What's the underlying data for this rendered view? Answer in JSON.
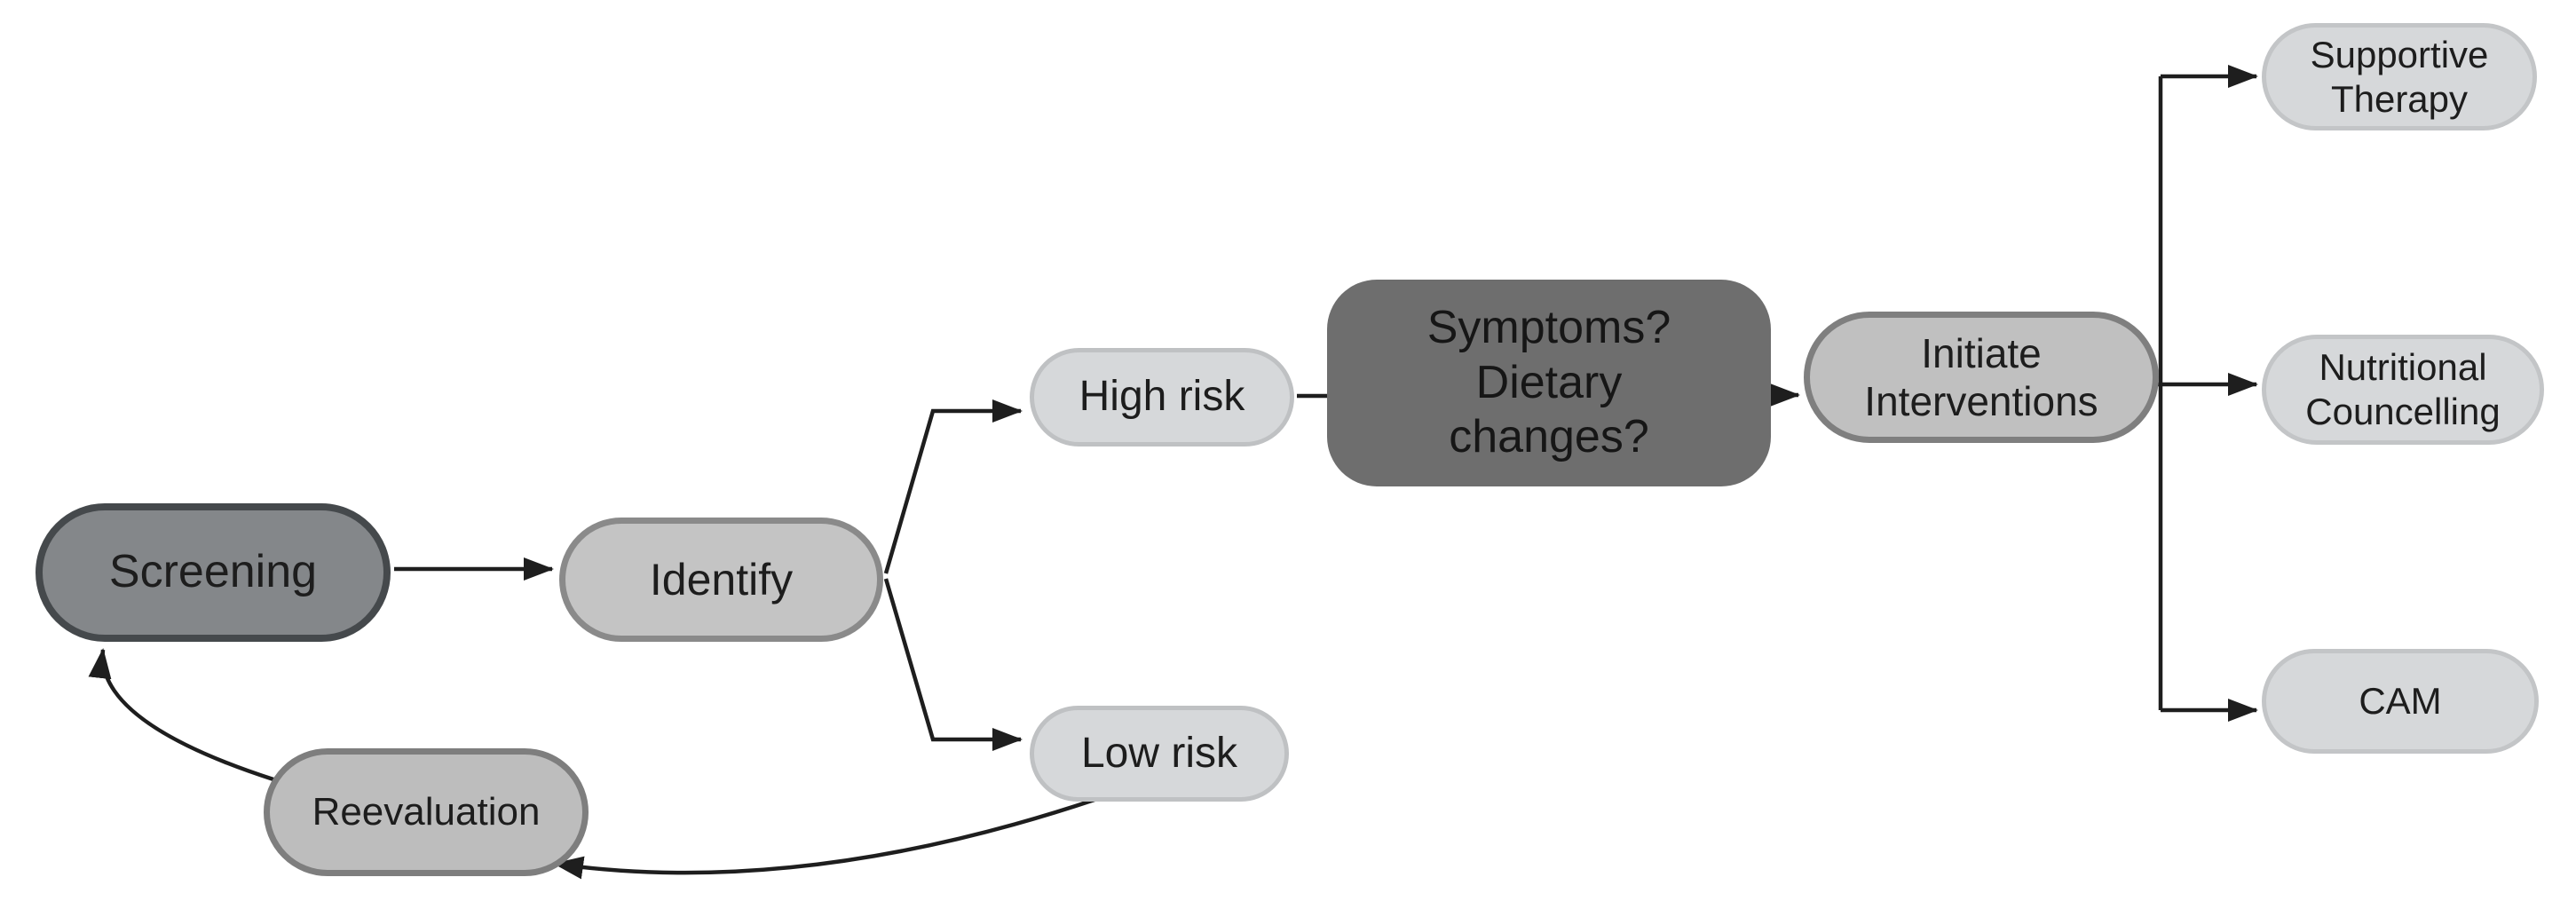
{
  "diagram": {
    "title": "",
    "background_color": "#ffffff",
    "edge_color": "#1e1e1e",
    "nodes": {
      "screening": {
        "label": "Screening",
        "shape": "pill",
        "fill": "#84878a",
        "border": "#45494c",
        "text_color": "#1d1d1d"
      },
      "identify": {
        "label": "Identify",
        "shape": "pill",
        "fill": "#c4c4c4",
        "border": "#8a8a8a",
        "text_color": "#1d1d1d"
      },
      "high_risk": {
        "label": "High risk",
        "shape": "pill",
        "fill": "#d6d8da",
        "border": "#bfc1c3",
        "text_color": "#1d1d1d"
      },
      "symptoms": {
        "line1": "Symptoms?",
        "line2": "Dietary",
        "line3": "changes?",
        "shape": "rounded-rect",
        "fill": "#6e6e6e",
        "border": "#6e6e6e",
        "text_color": "#161616"
      },
      "initiate": {
        "line1": "Initiate",
        "line2": "Interventions",
        "shape": "pill",
        "fill": "#c0c0c0",
        "border": "#7f7f7f",
        "text_color": "#1d1d1d"
      },
      "supportive": {
        "line1": "Supportive",
        "line2": "Therapy",
        "shape": "pill",
        "fill": "#d6d8da",
        "border": "#c3c5c7",
        "text_color": "#1d1d1d"
      },
      "nutritional": {
        "line1": "Nutritional",
        "line2": "Councelling",
        "shape": "pill",
        "fill": "#d6d8da",
        "border": "#c3c5c7",
        "text_color": "#1d1d1d"
      },
      "cam": {
        "label": "CAM",
        "shape": "pill",
        "fill": "#d6d8da",
        "border": "#c3c5c7",
        "text_color": "#1d1d1d"
      },
      "low_risk": {
        "label": "Low risk",
        "shape": "pill",
        "fill": "#d6d8da",
        "border": "#bfc1c3",
        "text_color": "#1d1d1d"
      },
      "reevaluation": {
        "label": "Reevaluation",
        "shape": "pill",
        "fill": "#bdbdbd",
        "border": "#7e7e7e",
        "text_color": "#1d1d1d"
      }
    },
    "edges": [
      {
        "from": "screening",
        "to": "identify",
        "arrow": true,
        "style": "straight"
      },
      {
        "from": "identify",
        "to": "high_risk",
        "arrow": true,
        "style": "elbow"
      },
      {
        "from": "identify",
        "to": "low_risk",
        "arrow": true,
        "style": "elbow"
      },
      {
        "from": "high_risk",
        "to": "symptoms",
        "arrow": false,
        "style": "straight"
      },
      {
        "from": "symptoms",
        "to": "initiate",
        "arrow": true,
        "style": "straight"
      },
      {
        "from": "initiate",
        "to": "supportive",
        "arrow": true,
        "style": "elbow"
      },
      {
        "from": "initiate",
        "to": "nutritional",
        "arrow": true,
        "style": "elbow"
      },
      {
        "from": "initiate",
        "to": "cam",
        "arrow": true,
        "style": "elbow"
      },
      {
        "from": "low_risk",
        "to": "reevaluation",
        "arrow": true,
        "style": "curve"
      },
      {
        "from": "reevaluation",
        "to": "screening",
        "arrow": true,
        "style": "curve"
      }
    ]
  }
}
